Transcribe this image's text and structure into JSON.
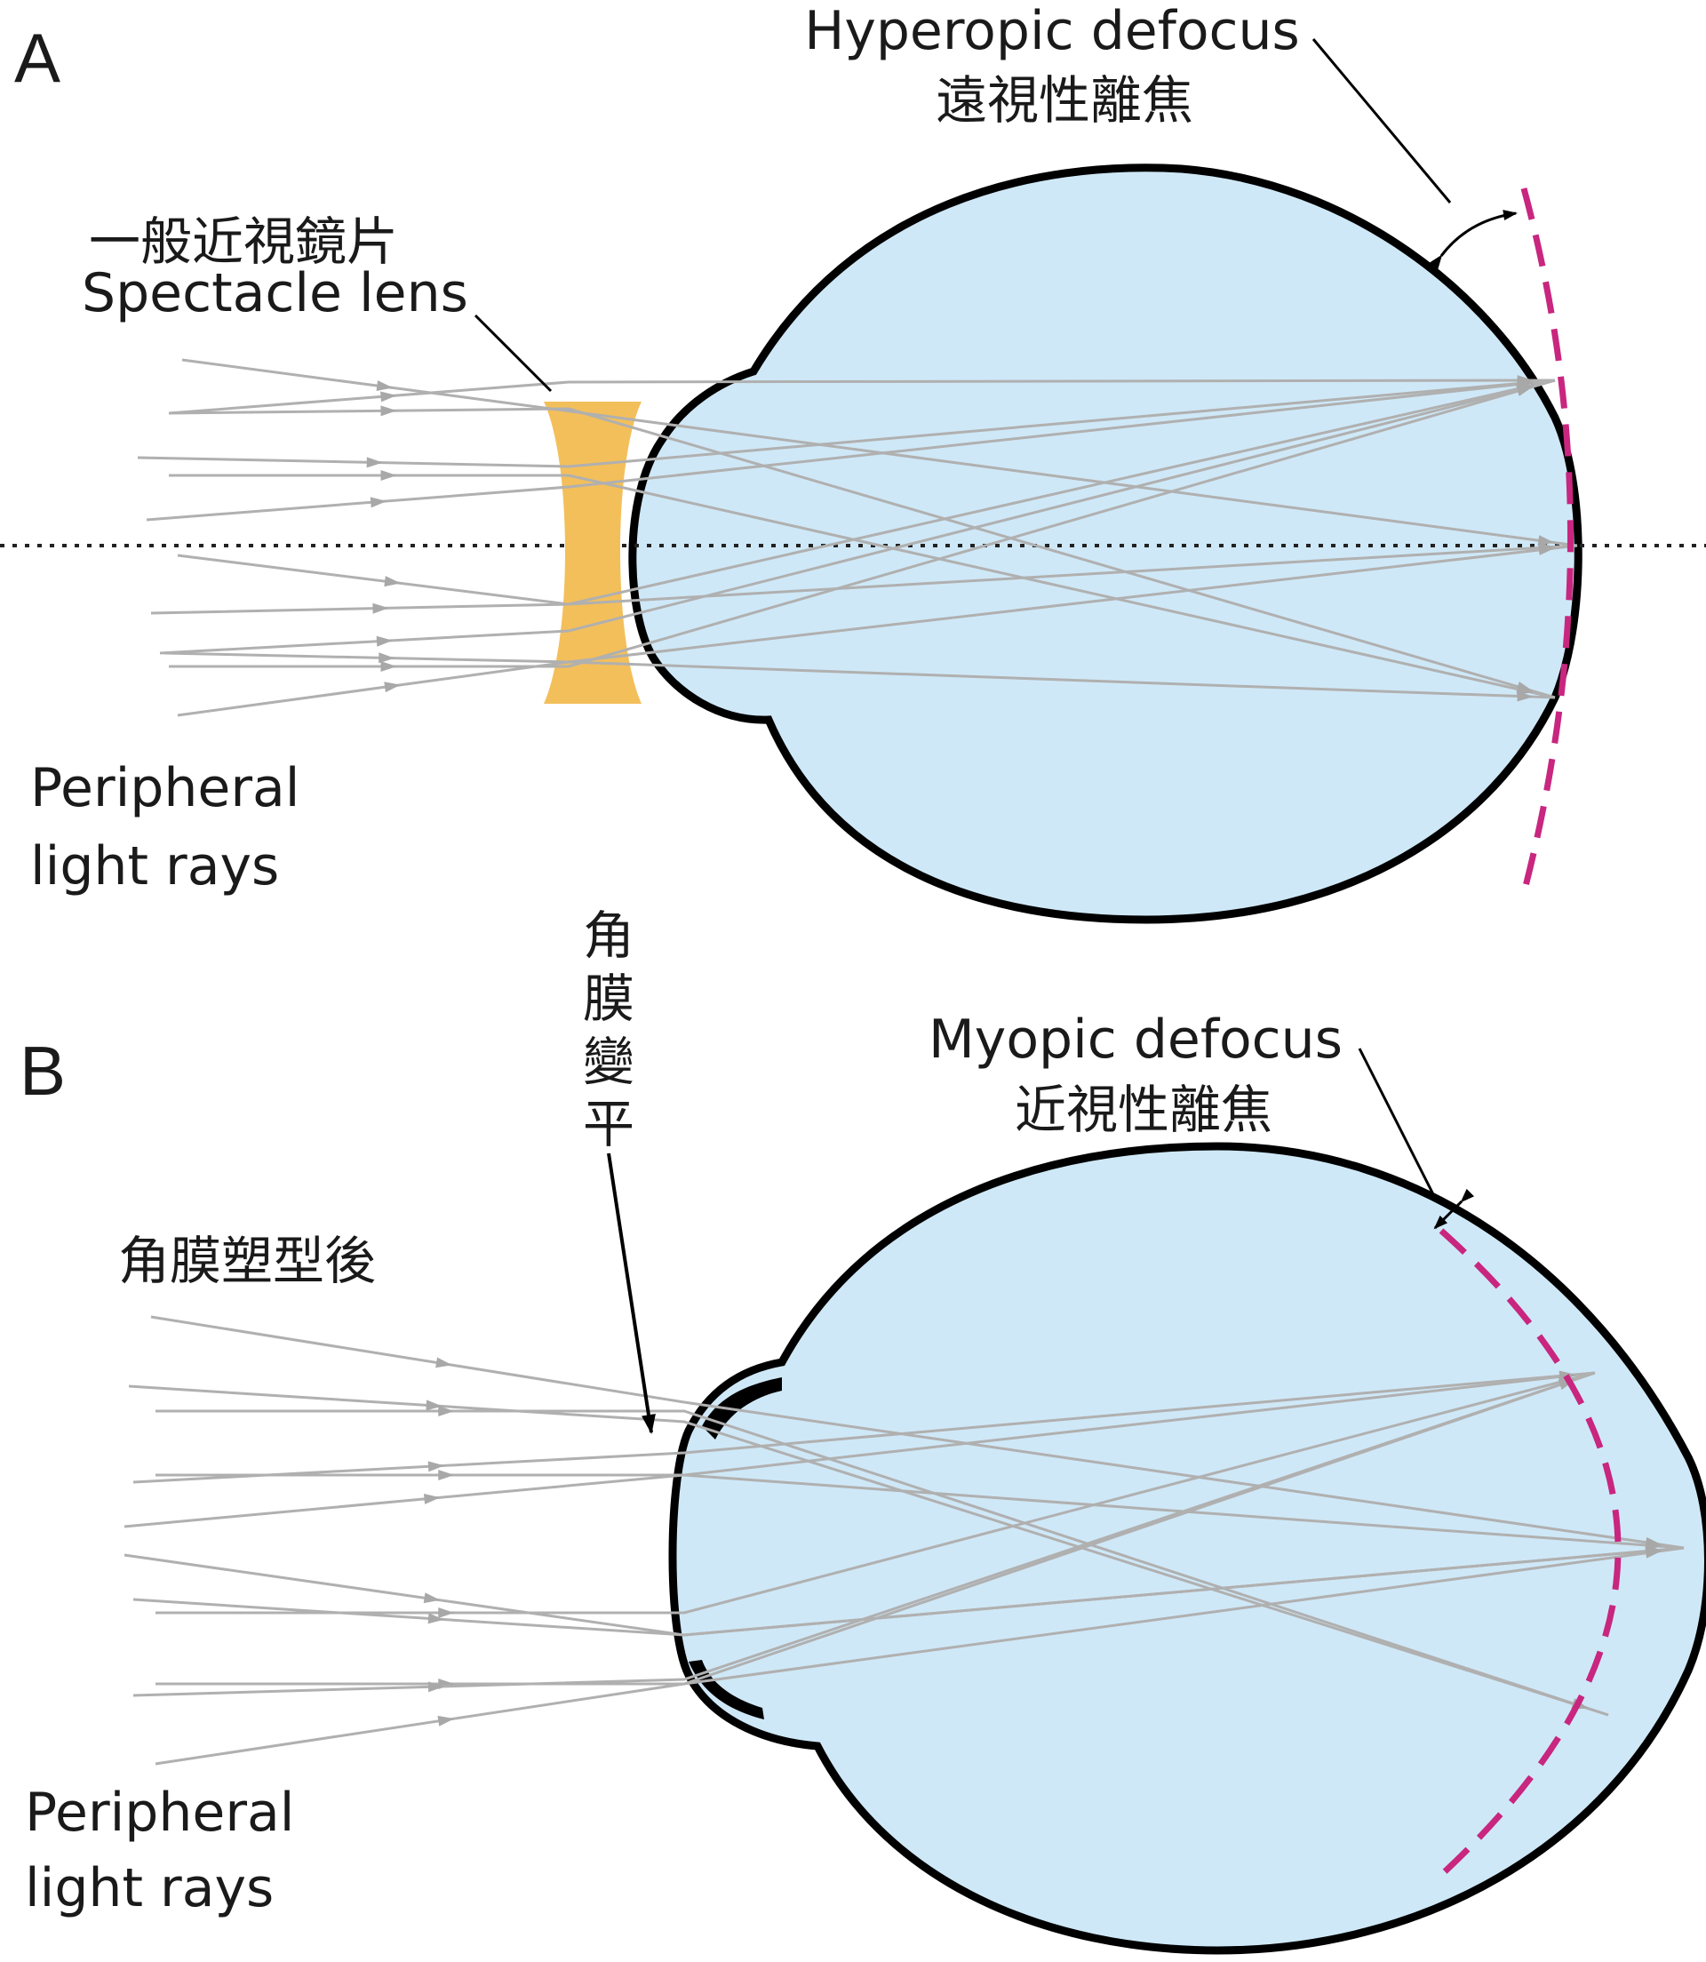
{
  "panel_a": {
    "letter": "A",
    "lens_label_zh": "一般近視鏡片",
    "lens_label_en": "Spectacle lens",
    "defocus_label_en": "Hyperopic defocus",
    "defocus_label_zh": "遠視性離焦",
    "rays_label_line1": "Peripheral",
    "rays_label_line2": "light rays"
  },
  "panel_b": {
    "letter": "B",
    "ortho_label_zh": "角膜塑型後",
    "cornea_flatten_chars": [
      "角",
      "膜",
      "變",
      "平"
    ],
    "defocus_label_en": "Myopic defocus",
    "defocus_label_zh": "近視性離焦",
    "rays_label_line1": "Peripheral",
    "rays_label_line2": "light rays"
  },
  "colors": {
    "eye_fill": "#cfe8f7",
    "eye_outline": "#000000",
    "ray": "#b0b0b0",
    "lens": "#f3bf5a",
    "defocus_dash": "#c8267f",
    "axis": "#222222"
  }
}
